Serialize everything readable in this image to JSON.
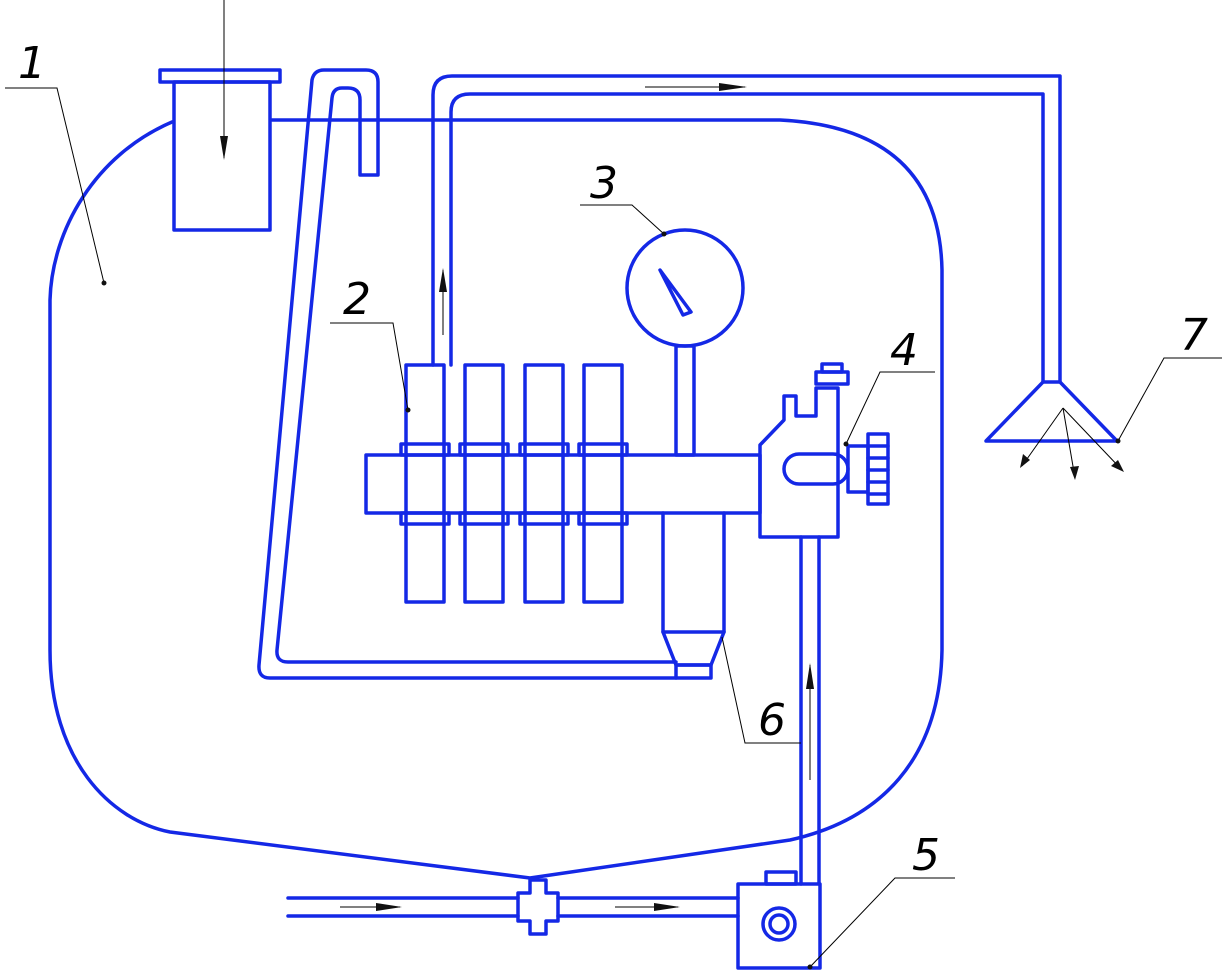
{
  "diagram": {
    "labels": [
      {
        "id": "1",
        "text": "1"
      },
      {
        "id": "2",
        "text": "2"
      },
      {
        "id": "3",
        "text": "3"
      },
      {
        "id": "4",
        "text": "4"
      },
      {
        "id": "5",
        "text": "5"
      },
      {
        "id": "6",
        "text": "6"
      },
      {
        "id": "7",
        "text": "7"
      }
    ],
    "colors": {
      "line": "#1428e6",
      "leader": "#000000",
      "arrow": "#111111"
    },
    "components": [
      "tank",
      "filler-neck",
      "distribution-block-with-cartridges",
      "pressure-gauge",
      "regulator-valve",
      "inlet-valve",
      "filter-cup",
      "spray-nozzle"
    ]
  }
}
